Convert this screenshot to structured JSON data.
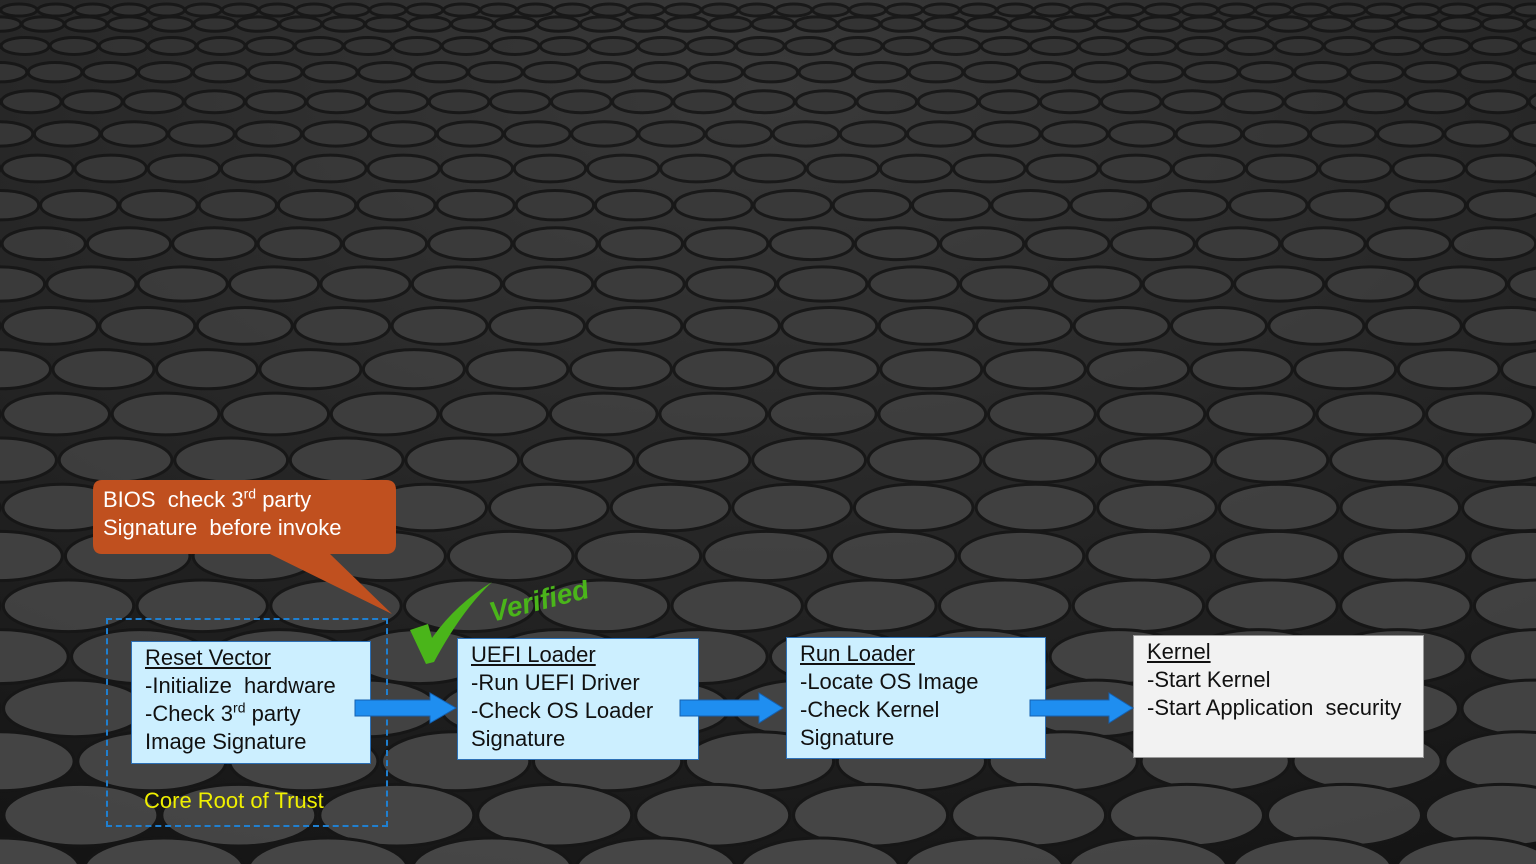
{
  "callout": {
    "line1_pre": "BIOS  check 3",
    "line1_sup": "rd",
    "line1_post": " party",
    "line2": "Signature  before invoke"
  },
  "verified_label": "Verified",
  "core_root_label": "Core Root of Trust",
  "boxes": [
    {
      "title": "Reset Vector",
      "line1": "-Initialize  hardware",
      "line2_pre": "-Check 3",
      "line2_sup": "rd",
      "line2_post": " party",
      "line3": "Image Signature"
    },
    {
      "title": "UEFI Loader",
      "line1": "-Run UEFI Driver",
      "line2": "-Check OS Loader",
      "line3": "Signature"
    },
    {
      "title": "Run Loader",
      "line1": "-Locate OS Image",
      "line2": "-Check Kernel",
      "line3": "Signature"
    },
    {
      "title": "Kernel",
      "line1": "-Start Kernel",
      "line2": "-Start Application  security"
    }
  ],
  "colors": {
    "callout": "#c0501f",
    "box_fill": "#ccefff",
    "kernel_fill": "#f2f2f2",
    "arrow": "#1f8ef0",
    "check": "#4ab51a",
    "core_root_text": "#f0f000",
    "dashed_border": "#1f7fd0"
  }
}
